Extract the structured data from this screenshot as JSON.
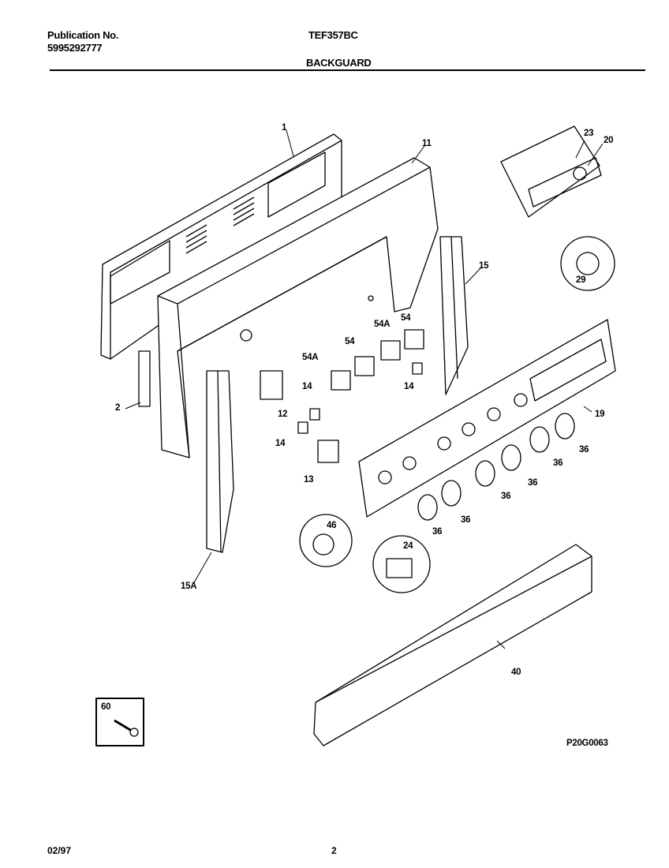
{
  "header": {
    "publication_label": "Publication No.",
    "publication_number": "5995292777",
    "model": "TEF357BC",
    "section": "BACKGUARD"
  },
  "callouts": {
    "c1": "1",
    "c2": "2",
    "c11": "11",
    "c12": "12",
    "c13": "13",
    "c14a": "14",
    "c14b": "14",
    "c14c": "14",
    "c15": "15",
    "c15a": "15A",
    "c19": "19",
    "c20": "20",
    "c23": "23",
    "c24": "24",
    "c29": "29",
    "c36a": "36",
    "c36b": "36",
    "c36c": "36",
    "c36d": "36",
    "c36e": "36",
    "c36f": "36",
    "c40": "40",
    "c46": "46",
    "c54a": "54",
    "c54b": "54",
    "c54Aa": "54A",
    "c54Ab": "54A",
    "c60": "60"
  },
  "drawing_code": "P20G0063",
  "footer": {
    "date": "02/97",
    "page": "2"
  }
}
